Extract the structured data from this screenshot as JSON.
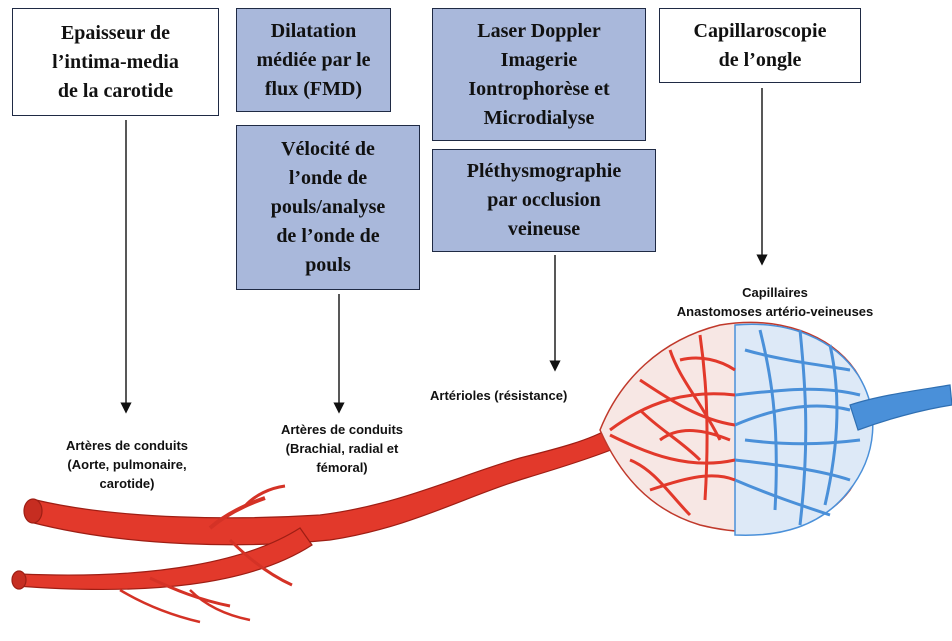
{
  "methods": {
    "imt": "Epaisseur de\nl’intima-media\nde la carotide",
    "fmd": "Dilatation\nmédiée par le\nflux (FMD)",
    "pwv": "Vélocité de\nl’onde de\npouls/analyse\nde l’onde de\npouls",
    "laser": "Laser Doppler\nImagerie\nIontrophorèse et\nMicrodialyse",
    "plethysmo": "Pléthysmographie\npar occlusion\nveineuse",
    "capillaroscopy": "Capillaroscopie\nde l’ongle"
  },
  "vessels": {
    "conduit_large": "Artères de conduits\n(Aorte, pulmonaire,\ncarotide)",
    "conduit_medium": "Artères de conduits\n(Brachial, radial et\nfémoral)",
    "arterioles": "Artérioles (résistance)",
    "capillaries": "Capillaires\nAnastomoses artério-veineuses"
  },
  "colors": {
    "box_blue": "#a9b8db",
    "box_white": "#ffffff",
    "artery_red": "#e2392b",
    "vein_blue": "#4a90d9"
  }
}
